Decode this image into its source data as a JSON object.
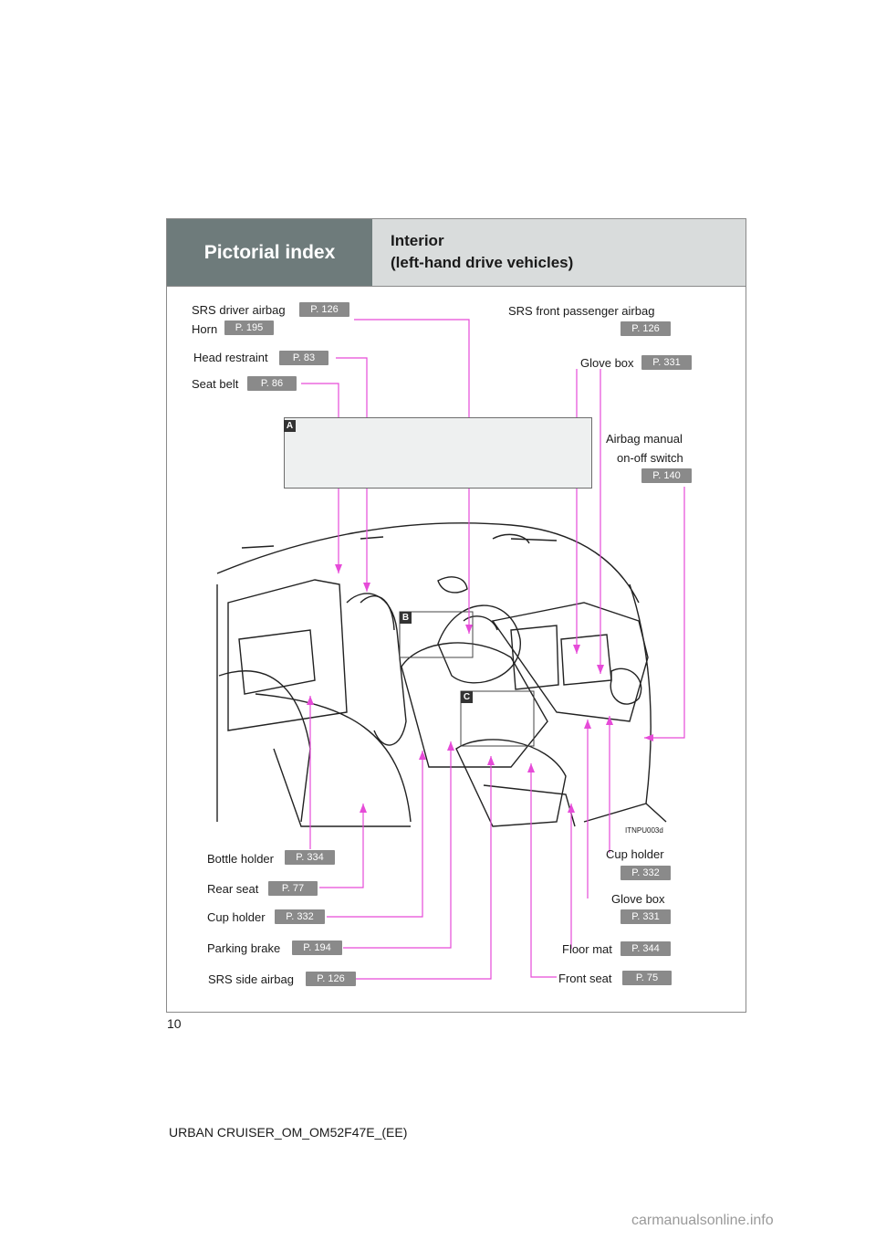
{
  "header": {
    "section": "Pictorial index",
    "title_line1": "Interior",
    "title_line2": "(left-hand drive vehicles)"
  },
  "labels": {
    "srs_driver_airbag": {
      "text": "SRS driver airbag",
      "page": "P. 126"
    },
    "horn": {
      "text": "Horn",
      "page": "P. 195"
    },
    "head_restraint": {
      "text": "Head restraint",
      "page": "P. 83"
    },
    "seat_belt": {
      "text": "Seat belt",
      "page": "P. 86"
    },
    "srs_front_passenger_airbag": {
      "text": "SRS front passenger airbag",
      "page": "P. 126"
    },
    "glove_box_upper": {
      "text": "Glove box",
      "page": "P. 331"
    },
    "airbag_manual_switch": {
      "text_line1": "Airbag manual",
      "text_line2": "on-off switch",
      "page": "P. 140"
    },
    "bottle_holder": {
      "text": "Bottle holder",
      "page": "P. 334"
    },
    "rear_seat": {
      "text": "Rear seat",
      "page": "P. 77"
    },
    "cup_holder_left": {
      "text": "Cup holder",
      "page": "P. 332"
    },
    "parking_brake": {
      "text": "Parking brake",
      "page": "P. 194"
    },
    "srs_side_airbag": {
      "text": "SRS side airbag",
      "page": "P. 126"
    },
    "cup_holder_right": {
      "text": "Cup holder",
      "page": "P. 332"
    },
    "glove_box_lower": {
      "text": "Glove box",
      "page": "P. 331"
    },
    "floor_mat": {
      "text": "Floor mat",
      "page": "P. 344"
    },
    "front_seat": {
      "text": "Front seat",
      "page": "P. 75"
    }
  },
  "tags": {
    "a": "A",
    "b": "B",
    "c": "C"
  },
  "figure_code": "ITNPU003d",
  "page_number": "10",
  "footer": "URBAN CRUISER_OM_OM52F47E_(EE)",
  "watermark": "carmanualsonline.info",
  "colors": {
    "leader": "#e64bd8",
    "header_dark": "#6e7b7b",
    "header_light": "#d9dcdc",
    "badge": "#8a8a8a"
  }
}
